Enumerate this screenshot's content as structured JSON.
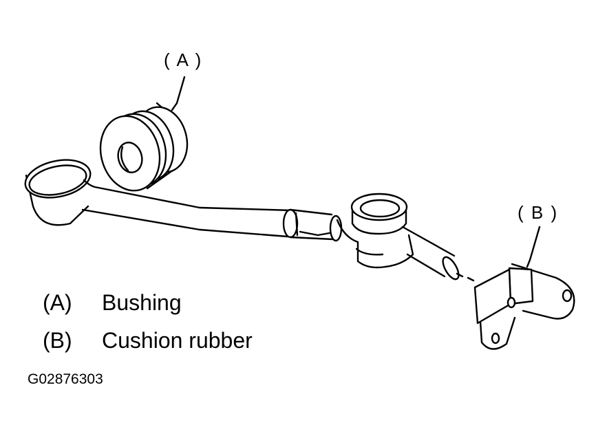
{
  "callouts": {
    "a": "( A )",
    "b": "( B )"
  },
  "legend": [
    {
      "key": "(A)",
      "label": "Bushing"
    },
    {
      "key": "(B)",
      "label": "Cushion rubber"
    }
  ],
  "figure_id": "G02876303"
}
